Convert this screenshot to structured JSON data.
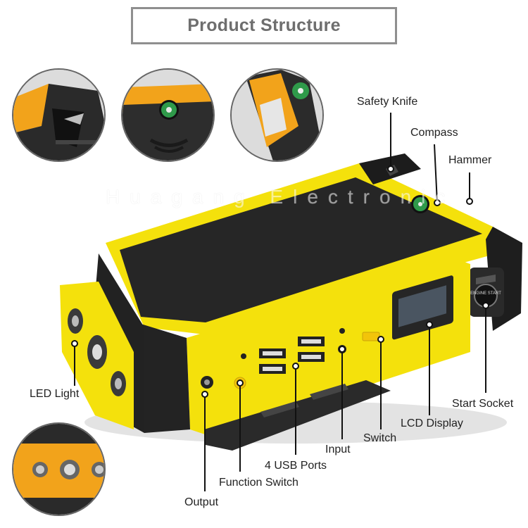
{
  "title": "Product Structure",
  "watermark": "Huagang Electronic",
  "device": {
    "start_button_text": "ENGINE START"
  },
  "labels": {
    "safety_knife": "Safety Knife",
    "compass": "Compass",
    "hammer": "Hammer",
    "led_light": "LED Light",
    "start_socket": "Start Socket",
    "lcd_display": "LCD Display",
    "switch": "Switch",
    "input": "Input",
    "usb_ports": "4 USB Ports",
    "function_switch": "Function Switch",
    "output": "Output"
  },
  "colors": {
    "yellow": "#f4e10c",
    "black": "#1f1f1f",
    "orange": "#f2a31b",
    "frame": "#8f8f8f"
  },
  "icons": [
    "safety-knife-detail",
    "compass-detail",
    "hammer-detail",
    "led-light-detail",
    "usb-port-icon",
    "lcd-screen-icon"
  ]
}
